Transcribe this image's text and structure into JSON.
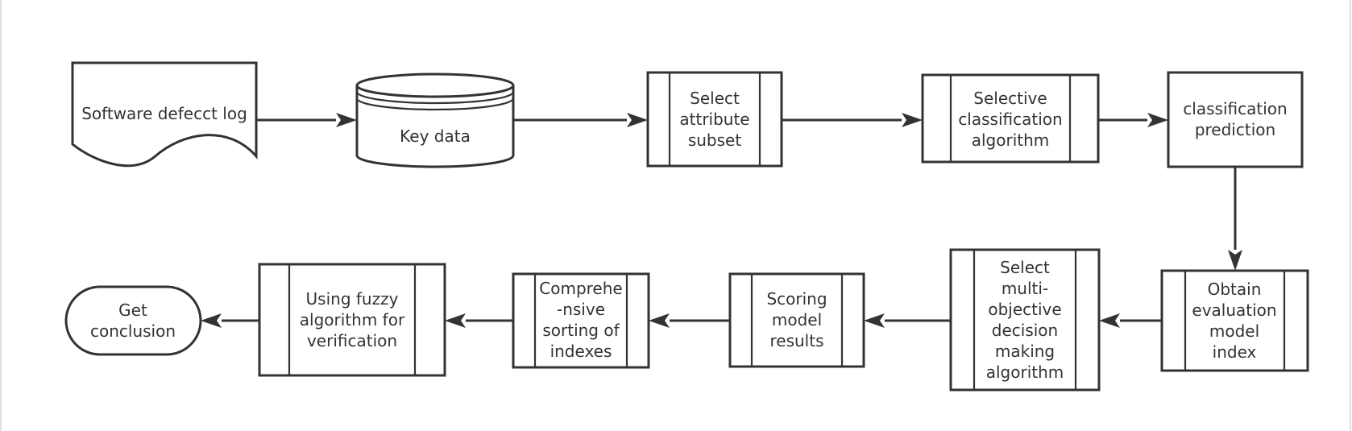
{
  "diagram": {
    "nodes": [
      {
        "id": "defect-log",
        "shape": "document",
        "lines": [
          "Software defecct log"
        ]
      },
      {
        "id": "key-data",
        "shape": "database",
        "lines": [
          "Key data"
        ]
      },
      {
        "id": "select-attribute",
        "shape": "predefined-process",
        "lines": [
          "Select",
          "attribute",
          "subset"
        ]
      },
      {
        "id": "selective-classification",
        "shape": "predefined-process",
        "lines": [
          "Selective",
          "classification",
          "algorithm"
        ]
      },
      {
        "id": "classification-prediction",
        "shape": "process",
        "lines": [
          "classification",
          "prediction"
        ]
      },
      {
        "id": "obtain-evaluation",
        "shape": "predefined-process",
        "lines": [
          "Obtain",
          "evaluation",
          "model",
          "index"
        ]
      },
      {
        "id": "select-mcdm",
        "shape": "predefined-process",
        "lines": [
          "Select",
          "multi-",
          "objective",
          "decision",
          "making",
          "algorithm"
        ]
      },
      {
        "id": "scoring-model",
        "shape": "predefined-process",
        "lines": [
          "Scoring",
          "model",
          "results"
        ]
      },
      {
        "id": "comprehensive-sorting",
        "shape": "predefined-process",
        "lines": [
          "Comprehe",
          "-nsive",
          "sorting of",
          "indexes"
        ]
      },
      {
        "id": "fuzzy-verification",
        "shape": "predefined-process",
        "lines": [
          "Using fuzzy",
          "algorithm for",
          "verification"
        ]
      },
      {
        "id": "get-conclusion",
        "shape": "terminator",
        "lines": [
          "Get",
          "conclusion"
        ]
      }
    ],
    "edges": [
      {
        "from": "defect-log",
        "to": "key-data"
      },
      {
        "from": "key-data",
        "to": "select-attribute"
      },
      {
        "from": "select-attribute",
        "to": "selective-classification"
      },
      {
        "from": "selective-classification",
        "to": "classification-prediction"
      },
      {
        "from": "classification-prediction",
        "to": "obtain-evaluation"
      },
      {
        "from": "obtain-evaluation",
        "to": "select-mcdm"
      },
      {
        "from": "select-mcdm",
        "to": "scoring-model"
      },
      {
        "from": "scoring-model",
        "to": "comprehensive-sorting"
      },
      {
        "from": "comprehensive-sorting",
        "to": "fuzzy-verification"
      },
      {
        "from": "fuzzy-verification",
        "to": "get-conclusion"
      }
    ]
  },
  "colors": {
    "stroke": "#333333",
    "fill": "#ffffff",
    "text": "#333333",
    "frame": "#e0e0e0"
  }
}
